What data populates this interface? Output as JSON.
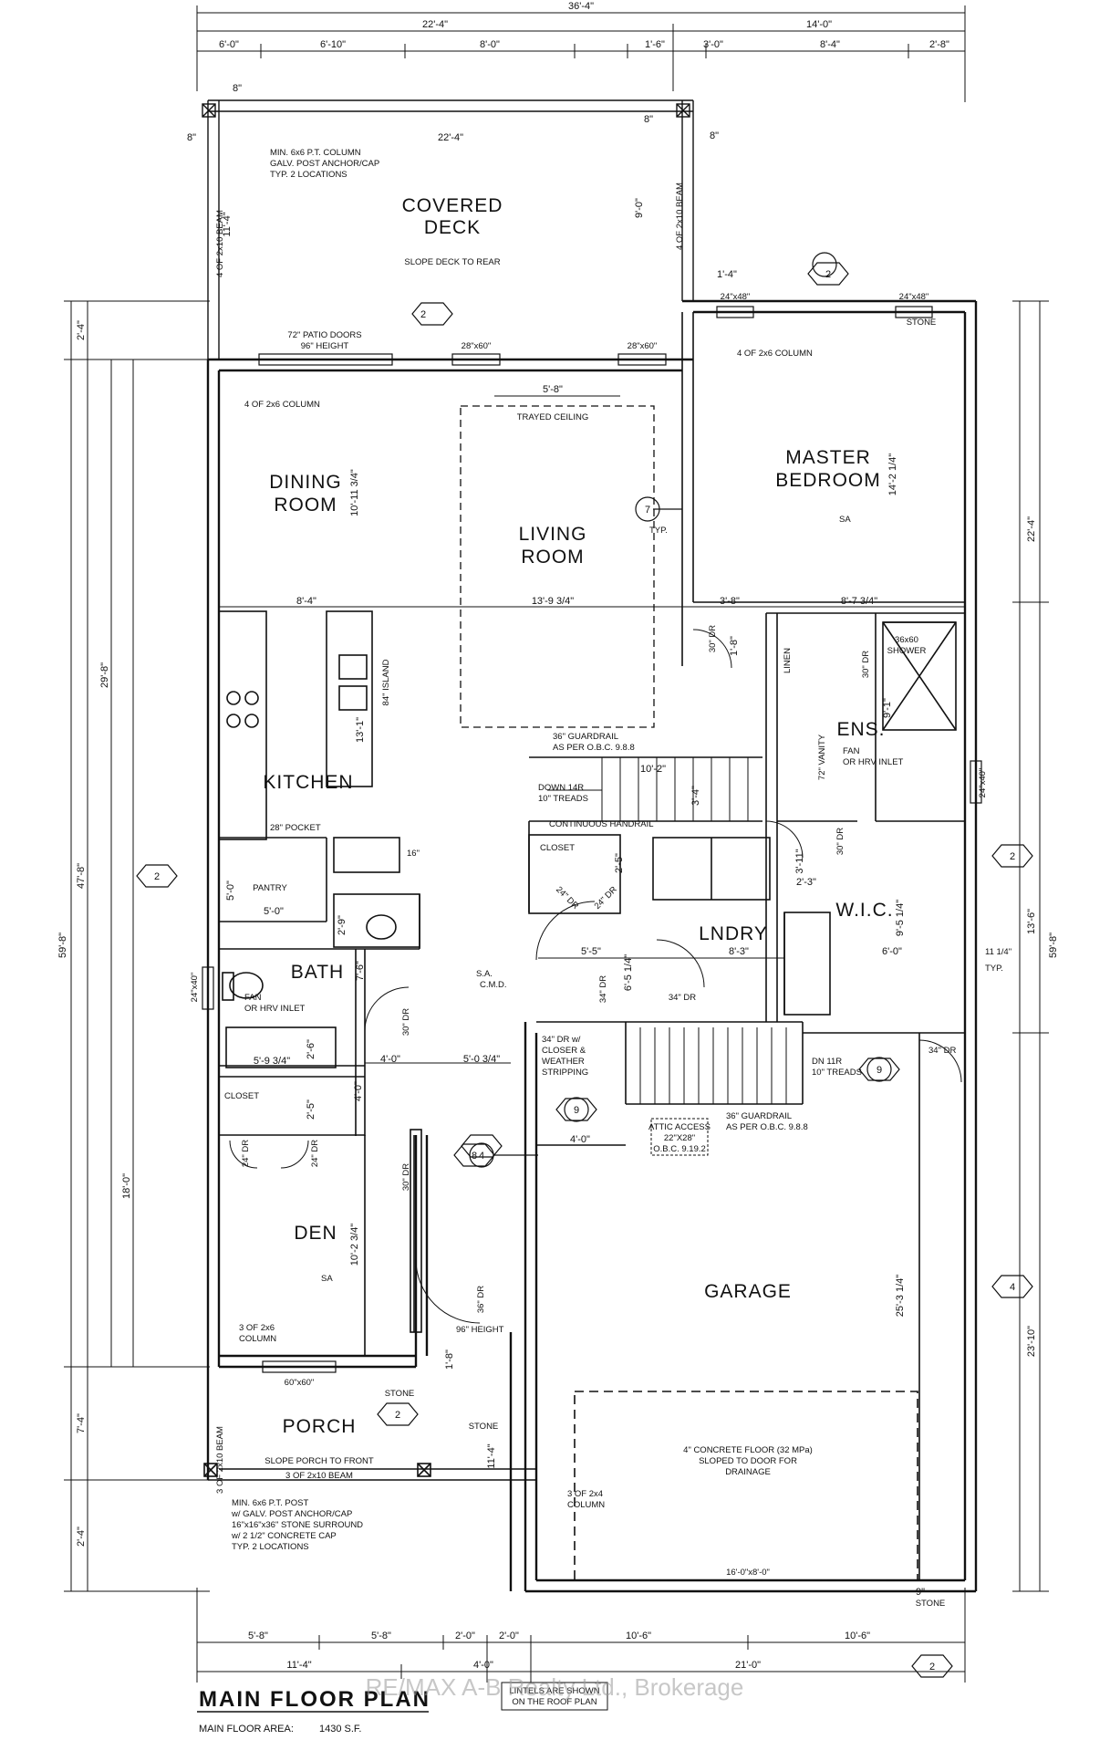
{
  "watermark": "RE/MAX A-B Realty Ltd., Brokerage",
  "title": "MAIN FLOOR PLAN",
  "subtitle": {
    "label": "MAIN FLOOR AREA:",
    "value": "1430 S.F."
  },
  "lintels_note": [
    "LINTELS ARE SHOWN",
    "ON THE ROOF PLAN"
  ],
  "rooms": {
    "covered_deck": [
      "COVERED",
      "DECK"
    ],
    "covered_deck_note": "SLOPE DECK TO REAR",
    "dining": [
      "DINING",
      "ROOM"
    ],
    "living": [
      "LIVING",
      "ROOM"
    ],
    "master": [
      "MASTER",
      "BEDROOM"
    ],
    "kitchen": "KITCHEN",
    "pantry": "PANTRY",
    "bath": "BATH",
    "ens": "ENS.",
    "wic": "W.I.C.",
    "lndry": "LNDRY",
    "den": "DEN",
    "porch": "PORCH",
    "porch_note": "SLOPE PORCH TO FRONT",
    "garage": "GARAGE",
    "closet": "CLOSET"
  },
  "dims": {
    "top_total": "36'-4\"",
    "top_left": "22'-4\"",
    "top_right": "14'-0\"",
    "top_segments": [
      "6'-0\"",
      "6'-10\"",
      "8'-0\"",
      "1'-6\"",
      "3'-0\"",
      "8'-4\"",
      "2'-8\""
    ],
    "deck_width": "22'-4\"",
    "deck_depth": "11'-4\"",
    "deck_right": "9'-0\"",
    "eight": "8\"",
    "one_four": "1'-4\"",
    "trayed": "5'-8\"",
    "left_outer": "59'-8\"",
    "left_mid": "47'-8\"",
    "left_29": "29'-8\"",
    "left_18": "18'-0\"",
    "left_24a": "2'-4\"",
    "left_74": "7'-4\"",
    "left_24b": "2'-4\"",
    "right_outer": "59'-8\"",
    "right_224": "22'-4\"",
    "right_136": "13'-6\"",
    "right_2310": "23'-10\"",
    "dining_depth": "10'-11 3/4\"",
    "master_depth": "14'-2 1/4\"",
    "kit_row": [
      "8'-4\"",
      "13'-9 3/4\"",
      "3'-8\"",
      "8'-7 3/4\""
    ],
    "island": "84\" ISLAND",
    "island_len": "13'-1\"",
    "stair_top": "10'-2\"",
    "stair_side": "3'-4\"",
    "pocket": "28\" POCKET",
    "sixteen": "16\"",
    "pantry_w": "5'-0\"",
    "pantry_d": "5'-0\"",
    "bath_29": "2'-9\"",
    "bath_76": "7'-6\"",
    "tub": "5'-9 3/4\"",
    "tub_26": "2'-6\"",
    "hall_40a": "4'-0\"",
    "hall_503": "5'-0 3/4\"",
    "hall_40b": "4'-0\"",
    "den_depth": "10'-2 3/4\"",
    "closet_25": "2'-5\"",
    "lndry_55": "5'-5\"",
    "lndry_83": "8'-3\"",
    "lndry_65": "6'-5 1/4\"",
    "wic_60": "6'-0\"",
    "wic_95": "9'-5 1/4\"",
    "wic_311": "3'-11\"",
    "wic_23": "2'-3\"",
    "ens_91": "9'-1\"",
    "garage_depth": "25'-3 1/4\"",
    "garage_door": "16'-0\"x8'-0\"",
    "garage_40": "4'-0\"",
    "porch_depth": "11'-4\"",
    "entry_18": "1'-8\"",
    "master_18": "1'-8\"",
    "nine": "9\"",
    "bottom_segments": [
      "5'-8\"",
      "5'-8\"",
      "2'-0\"",
      "2'-0\"",
      "10'-6\"",
      "10'-6\""
    ],
    "bottom_totals": [
      "11'-4\"",
      "4'-0\"",
      "21'-0\""
    ]
  },
  "windows": {
    "patio": [
      "72\" PATIO DOORS",
      "96\" HEIGHT"
    ],
    "w28a": "28\"x60\"",
    "w28b": "28\"x60\"",
    "w24a": "24\"x48\"",
    "w24b": "24\"x48\"",
    "w24c": "24\"x40\"",
    "w24d": "24\"x40\"",
    "porch_win": "60\"x60\"",
    "entry_height": "96\" HEIGHT"
  },
  "doors": {
    "d30a": "30\" DR",
    "d30b": "30\" DR",
    "d30c": "30\" DR",
    "d30d": "30\" DR",
    "d30e": "30\" DR",
    "d24a": "24\" DR",
    "d24b": "24\" DR",
    "d24c": "24\" DR",
    "d24d": "24\" DR",
    "d34a": "34\" DR",
    "d34b": "34\" DR",
    "d34c": "34\" DR",
    "d36": "36\" DR",
    "closer": [
      "34\" DR w/",
      "CLOSER &",
      "WEATHER",
      "STRIPPING"
    ]
  },
  "notes": {
    "post_anchor": [
      "MIN. 6x6 P.T. COLUMN",
      "GALV. POST ANCHOR/CAP",
      "TYP. 2 LOCATIONS"
    ],
    "deck_beam_left": "4 OF 2x10 BEAM",
    "deck_beam_right": "4 OF 2x10 BEAM",
    "col_2x6_left": "4 OF 2x6 COLUMN",
    "col_2x6_right": "4 OF 2x6 COLUMN",
    "trayed_ceiling": "TRAYED CEILING",
    "sa": "SA",
    "sa_cmd": [
      "S.A.",
      "C.M.D."
    ],
    "typ": "TYP.",
    "linen": "LINEN",
    "vanity": "72\" VANITY",
    "shower": [
      "36x60",
      "SHOWER"
    ],
    "fan": [
      "FAN",
      "OR HRV INLET"
    ],
    "guardrail_top": [
      "36\" GUARDRAIL",
      "AS PER O.B.C. 9.8.8"
    ],
    "down_stairs": [
      "DOWN 14R",
      "10\" TREADS"
    ],
    "handrail": "CONTINUOUS HANDRAIL",
    "dn_stairs": [
      "DN 11R",
      "10\" TREADS"
    ],
    "guardrail_bottom": [
      "36\" GUARDRAIL",
      "AS PER O.B.C. 9.8.8"
    ],
    "attic": [
      "ATTIC ACCESS",
      "22\"X28\"",
      "O.B.C. 9.19.2"
    ],
    "wic_11": "11 1/4\"",
    "col_3x6": [
      "3 OF 2x6",
      "COLUMN"
    ],
    "porch_beam_left": "3 OF 2x10 BEAM",
    "porch_beam_bottom": "3 OF 2x10 BEAM",
    "col_2x4": [
      "3 OF 2x4",
      "COLUMN"
    ],
    "concrete": [
      "4\" CONCRETE FLOOR (32 MPa)",
      "SLOPED TO DOOR FOR",
      "DRAINAGE"
    ],
    "post_bottom": [
      "MIN. 6x6 P.T. POST",
      "w/ GALV. POST ANCHOR/CAP",
      "16\"x16\"x36\" STONE SURROUND",
      "w/ 2 1/2\" CONCRETE CAP",
      "TYP. 2 LOCATIONS"
    ],
    "stone": "STONE"
  },
  "section_tags": {
    "t2a": "2",
    "t2b": "2",
    "t2c": "2",
    "t2d": "2",
    "t2e": "2",
    "t2f": "2",
    "t4a": "4",
    "t4b": "4",
    "t7": "7",
    "t8": "8",
    "t9a": "9",
    "t9b": "9",
    "t9c": "9"
  }
}
